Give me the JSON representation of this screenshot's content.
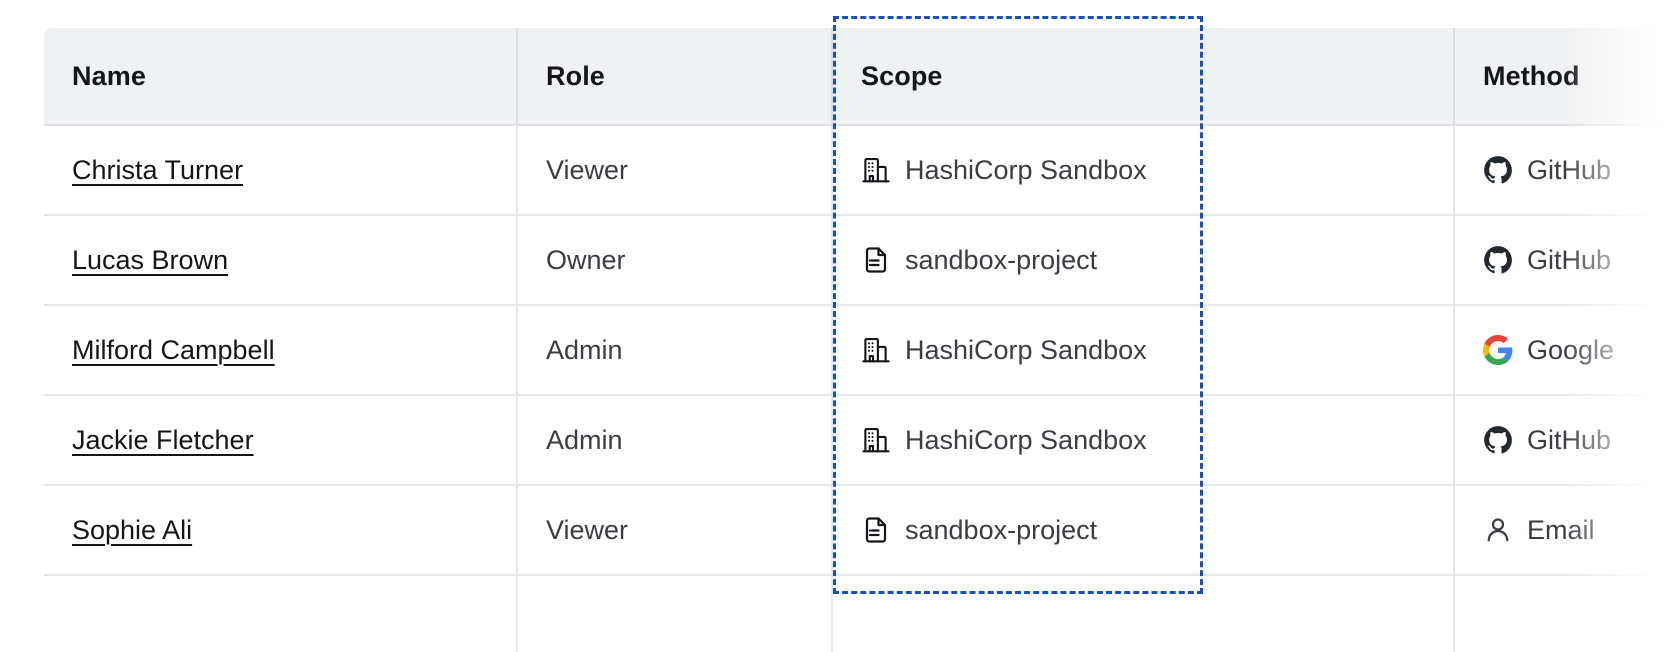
{
  "table": {
    "columns": [
      {
        "key": "name",
        "label": "Name"
      },
      {
        "key": "role",
        "label": "Role"
      },
      {
        "key": "scope",
        "label": "Scope"
      },
      {
        "key": "method",
        "label": "Method"
      }
    ],
    "rows": [
      {
        "name": "Christa Turner",
        "role": "Viewer",
        "scope": "HashiCorp Sandbox",
        "scope_icon": "organization-icon",
        "method": "GitHub",
        "method_icon": "github-icon"
      },
      {
        "name": "Lucas Brown",
        "role": "Owner",
        "scope": "sandbox-project",
        "scope_icon": "project-document-icon",
        "method": "GitHub",
        "method_icon": "github-icon"
      },
      {
        "name": "Milford Campbell",
        "role": "Admin",
        "scope": "HashiCorp Sandbox",
        "scope_icon": "organization-icon",
        "method": "Google",
        "method_icon": "google-icon"
      },
      {
        "name": "Jackie Fletcher",
        "role": "Admin",
        "scope": "HashiCorp Sandbox",
        "scope_icon": "organization-icon",
        "method": "GitHub",
        "method_icon": "github-icon"
      },
      {
        "name": "Sophie Ali",
        "role": "Viewer",
        "scope": "sandbox-project",
        "scope_icon": "project-document-icon",
        "method": "Email",
        "method_icon": "user-icon"
      }
    ]
  },
  "selection": {
    "target_column": "Scope",
    "border_color": "#1a4fc4"
  },
  "colors": {
    "header_background": "#f0f1f2",
    "border": "#e6e7ea",
    "header_border": "#dcdee2",
    "text_primary": "#14161a",
    "text_secondary": "#3b3d45",
    "google_blue": "#4285f4",
    "google_red": "#ea4335",
    "google_yellow": "#fbbc05",
    "google_green": "#34a853",
    "github_black": "#24292f"
  }
}
